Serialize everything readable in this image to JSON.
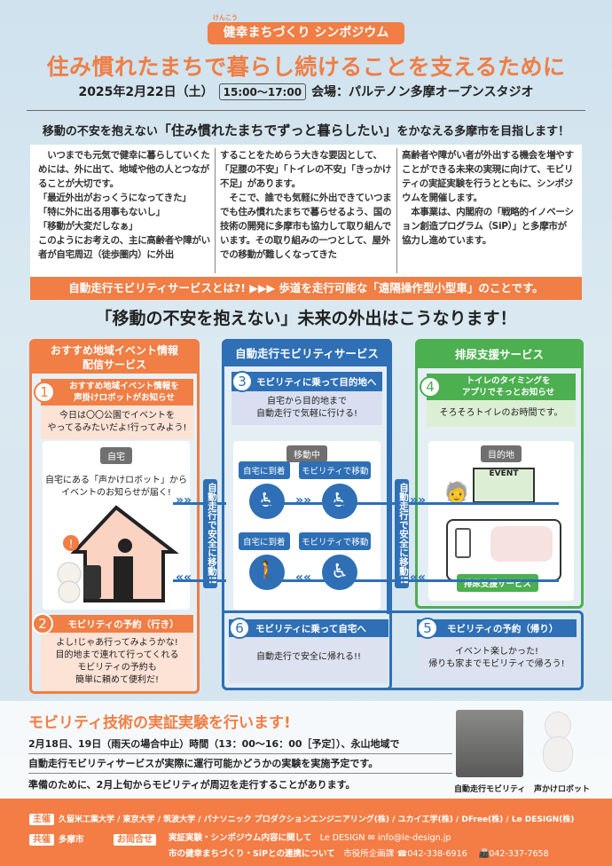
{
  "header": {
    "badge": "健幸まちづくり シンポジウム",
    "badge_ruby": "けんこう",
    "title": "住み慣れたまちで暮らし続けることを支えるために",
    "date": "2025年2月22日（土）",
    "time": "15:00～17:00",
    "venue": "会場：パルテノン多摩オープンスタジオ",
    "subtitle_pre": "移動の不安を抱えない",
    "subtitle_main": "「住み慣れたまちでずっと暮らしたい」",
    "subtitle_post": "をかなえる多摩市を目指します！"
  },
  "intro": {
    "columns": [
      "　いつまでも元気で健幸に暮らしていくためには、外に出て、地域や他の人とつながることが大切です。\n「最近外出がおっくうになってきた」\n「特に外に出る用事もないし」\n「移動が大変だしなぁ」\nこのようにお考えの、主に高齢者や障がい者が自宅周辺（徒歩圏内）に外出",
      "することをためらう大きな要因として、「足腰の不安」「トイレの不安」「きっかけ不足」があります。\n　そこで、誰でも気軽に外出できていつまでも住み慣れたまちで暮らせるよう、国の技術の開発に多摩市も協力して取り組んでいます。その取り組みの一つとして、屋外での移動が難しくなってきた",
      "高齢者や障がい者が外出する機会を増やすことができる未来の実現に向けて、モビリティの実証実験を行うとともに、シンポジウムを開催します。\n　本事業は、内閣府の「戦略的イノベーション創造プログラム（SiP）」と多摩市が協力し進めています。"
    ],
    "bar": "自動走行モビリティサービスとは?! ▶▶▶ 歩道を走行可能な「遠隔操作型小型車」のことです。"
  },
  "flow": {
    "heading": "「移動の不安を抱えない」未来の外出はこうなります！",
    "left": {
      "title": "おすすめ地域イベント情報\n配信サービス",
      "step1": {
        "num": "1",
        "label": "おすすめ地域イベント情報を\n声掛けロボットがお知らせ",
        "msg": "今日は〇〇公園でイベントを\nやってるみたいだよ!行ってみよう!"
      },
      "place": "自宅",
      "desc": "自宅にある「声かけロボット」から\nイベントのお知らせが届く!",
      "step2": {
        "num": "2",
        "label": "モビリティの予約（行き）",
        "msg": "よし!じゃあ行ってみようかな!\n目的地まで連れて行ってくれる\nモビリティの予約も\n簡単に頼めて便利だ!"
      }
    },
    "center": {
      "title": "自動走行モビリティサービス",
      "step3": {
        "num": "3",
        "label": "モビリティに乗って目的地へ",
        "msg": "自宅から目的地まで\n自動走行で気軽に行ける!"
      },
      "place": "移動中",
      "tag_home": "自宅に到着",
      "tag_move": "モビリティで移動",
      "step6": {
        "num": "6",
        "label": "モビリティに乗って自宅へ",
        "msg": "自動走行で安全に帰れる!!"
      }
    },
    "right": {
      "title": "排尿支援サービス",
      "step4": {
        "num": "4",
        "label": "トイレのタイミングを\nアプリでそっとお知らせ",
        "msg": "そろそろトイレのお時間です。"
      },
      "place": "目的地",
      "event": "EVENT",
      "service_tag": "排尿支援サービス",
      "step5": {
        "num": "5",
        "label": "モビリティの予約（帰り）",
        "msg": "イベント楽しかった!\n帰りも家までモビリティで帰ろう!"
      }
    },
    "vertical_label": "自動走行で安全に移動!!"
  },
  "experiment": {
    "title": "モビリティ技術の実証実験を行います!",
    "lines": [
      "2月18日、19日（雨天の場合中止）時間（13：00～16：00［予定］）、永山地域で",
      "自動走行モビリティサービスが実際に運行可能かどうかの実験を実施予定です。",
      "準備のために、2月上旬からモビリティが周辺を走行することがあります。"
    ],
    "photo1_caption": "自動走行モビリティ",
    "photo2_caption": "声かけロボット"
  },
  "footer": {
    "organizer_label": "主催",
    "organizers": "久留米工業大学 / 東京大学 / 筑波大学 / パナソニック プロダクションエンジニアリング(株) / ユカイ工学(株) / DFree(株) / Le DESIGN(株)",
    "cohost_label": "共催",
    "cohost": "多摩市",
    "contact_label": "お問合せ",
    "contact1_topic": "実証実験・シンポジウム内容に関して",
    "contact1_org": "Le DESIGN",
    "contact1_email": "info@le-design.jp",
    "contact2_topic": "市の健幸まちづくり・SiPとの連携について",
    "contact2_org": "市役所企画課",
    "contact2_tel": "042-338-6916",
    "contact2_fax": "042-337-7658"
  },
  "colors": {
    "orange": "#f07e45",
    "blue": "#2e6fb5",
    "green": "#4caf50"
  }
}
